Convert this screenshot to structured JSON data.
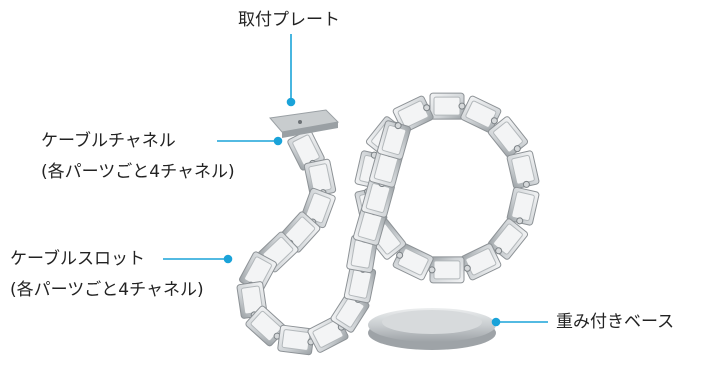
{
  "labels": {
    "mount_plate": "取付プレート",
    "cable_channel": "ケーブルチャネル",
    "cable_channel_note": "(各パーツごと4チャネル)",
    "cable_slot": "ケーブルスロット",
    "cable_slot_note": "(各パーツごと4チャネル)",
    "weighted_base": "重み付きベース"
  },
  "colors": {
    "callout": "#1aa3d9",
    "metal_light": "#e9ebec",
    "metal_mid": "#bfc3c6",
    "metal_dark": "#8d9296"
  }
}
